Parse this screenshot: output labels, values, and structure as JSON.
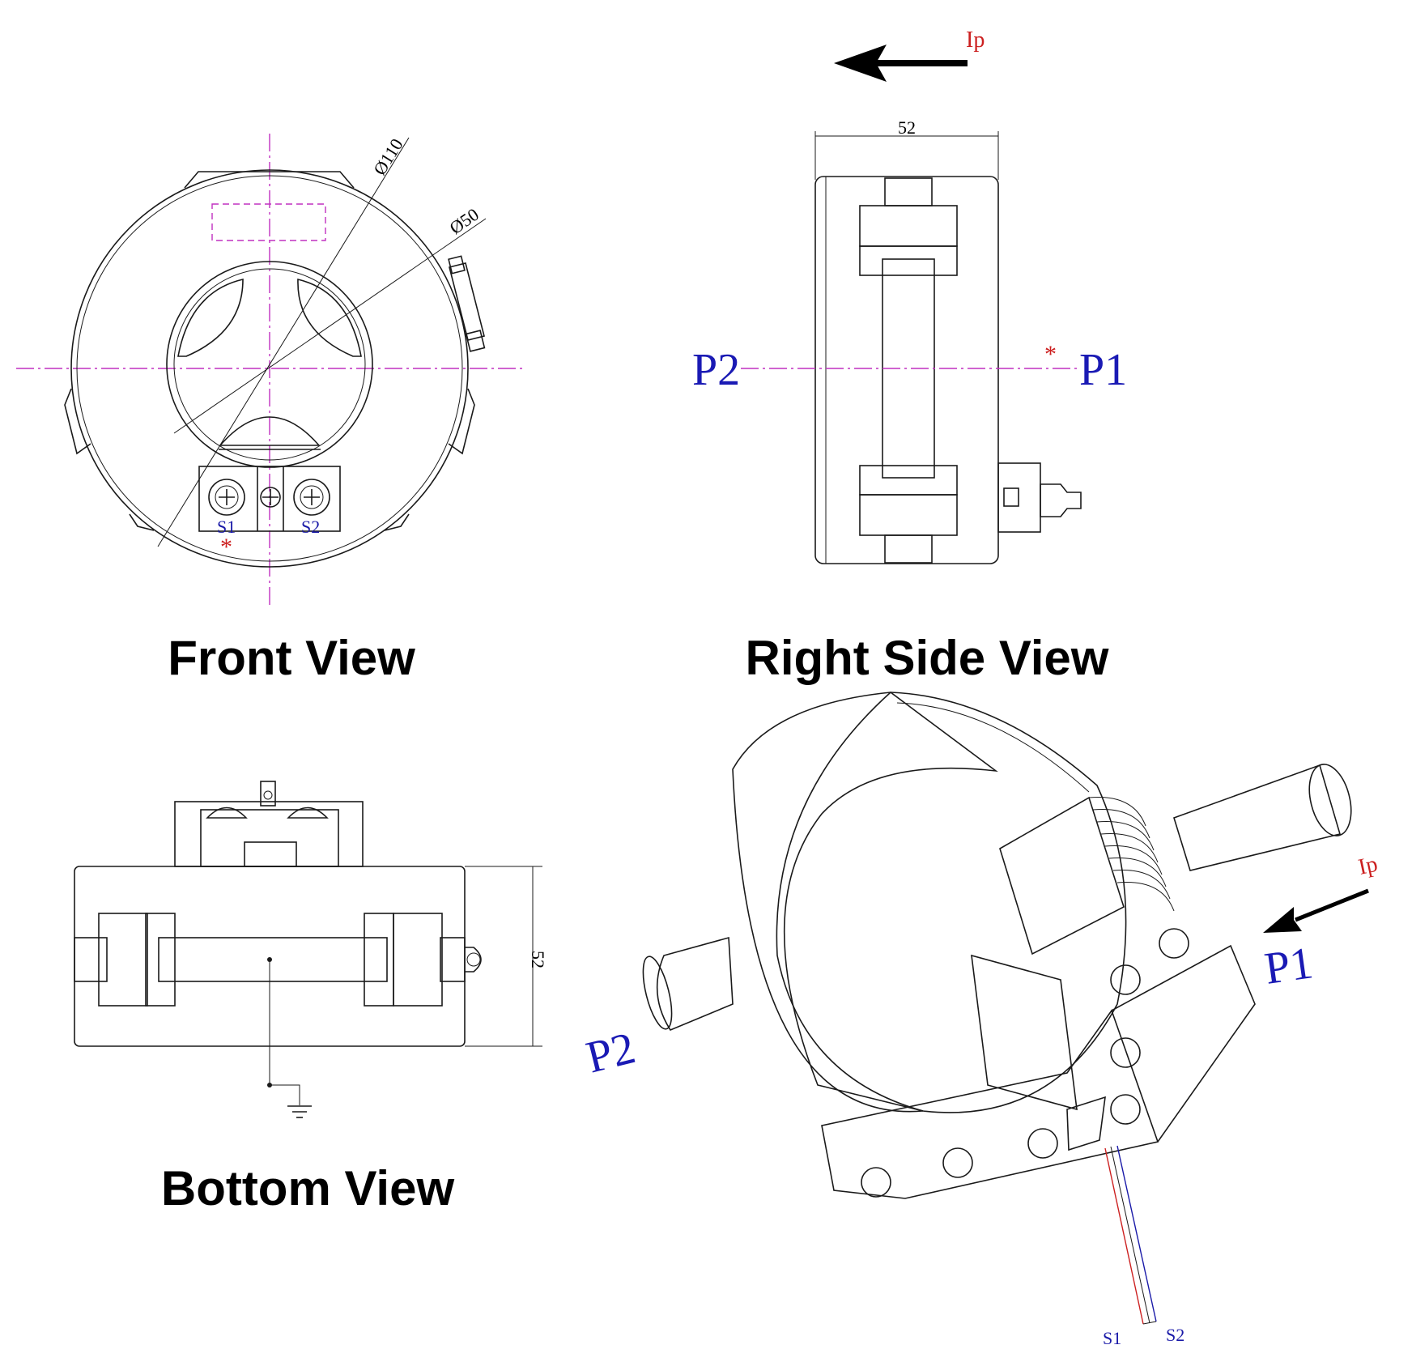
{
  "views": {
    "front": {
      "title": "Front View",
      "dim_outer": "Ø110",
      "dim_inner": "Ø50",
      "terminal_s1": "S1",
      "terminal_s2": "S2",
      "polarity_mark": "*"
    },
    "right_side": {
      "title": "Right Side View",
      "dim_width": "52",
      "current_label": "Ip",
      "terminal_p1": "P1",
      "terminal_p2": "P2",
      "polarity_mark": "*"
    },
    "bottom": {
      "title": "Bottom View",
      "dim_height": "52"
    },
    "isometric": {
      "current_label": "Ip",
      "terminal_p1": "P1",
      "terminal_p2": "P2",
      "lead_s1": "S1",
      "lead_s2": "S2"
    }
  },
  "colors": {
    "line": "#1a1a1a",
    "centerline": "#c030c0",
    "terminal_text": "#1a1aa8",
    "current_text": "#cc2020"
  }
}
